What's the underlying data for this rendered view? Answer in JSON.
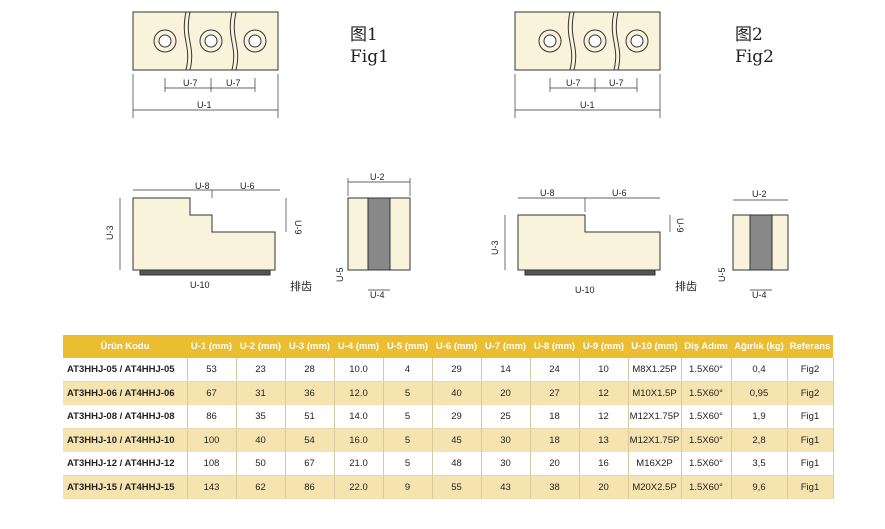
{
  "figures": {
    "fig1_cn": "图1",
    "fig1_en": "Fig1",
    "fig2_cn": "图2",
    "fig2_en": "Fig2",
    "serration_label": "排齿",
    "dims": {
      "u1": "U-1",
      "u2": "U-2",
      "u3": "U-3",
      "u4": "U-4",
      "u5": "U-5",
      "u6": "U-6",
      "u7": "U-7",
      "u8": "U-8",
      "u9": "U-9",
      "u10": "U-10"
    }
  },
  "table": {
    "headers": [
      "Ürün Kodu",
      "U-1 (mm)",
      "U-2 (mm)",
      "U-3 (mm)",
      "U-4 (mm)",
      "U-5 (mm)",
      "U-6 (mm)",
      "U-7 (mm)",
      "U-8 (mm)",
      "U-9 (mm)",
      "U-10 (mm)",
      "Diş Adımı",
      "Ağırlık (kg)",
      "Referans"
    ],
    "rows": [
      [
        "AT3HHJ-05 / AT4HHJ-05",
        "53",
        "23",
        "28",
        "10.0",
        "4",
        "29",
        "14",
        "24",
        "10",
        "M8X1.25P",
        "1.5X60°",
        "0,4",
        "Fig2"
      ],
      [
        "AT3HHJ-06 / AT4HHJ-06",
        "67",
        "31",
        "36",
        "12.0",
        "5",
        "40",
        "20",
        "27",
        "12",
        "M10X1.5P",
        "1.5X60°",
        "0,95",
        "Fig2"
      ],
      [
        "AT3HHJ-08 / AT4HHJ-08",
        "86",
        "35",
        "51",
        "14.0",
        "5",
        "29",
        "25",
        "18",
        "12",
        "M12X1.75P",
        "1.5X60°",
        "1,9",
        "Fig1"
      ],
      [
        "AT3HHJ-10 / AT4HHJ-10",
        "100",
        "40",
        "54",
        "16.0",
        "5",
        "45",
        "30",
        "18",
        "13",
        "M12X1.75P",
        "1.5X60°",
        "2,8",
        "Fig1"
      ],
      [
        "AT3HHJ-12 / AT4HHJ-12",
        "108",
        "50",
        "67",
        "21.0",
        "5",
        "48",
        "30",
        "20",
        "16",
        "M16X2P",
        "1.5X60°",
        "3,5",
        "Fig1"
      ],
      [
        "AT3HHJ-15 / AT4HHJ-15",
        "143",
        "62",
        "86",
        "22.0",
        "9",
        "55",
        "43",
        "38",
        "20",
        "M20X2.5P",
        "1.5X60°",
        "9,6",
        "Fig1"
      ]
    ]
  }
}
